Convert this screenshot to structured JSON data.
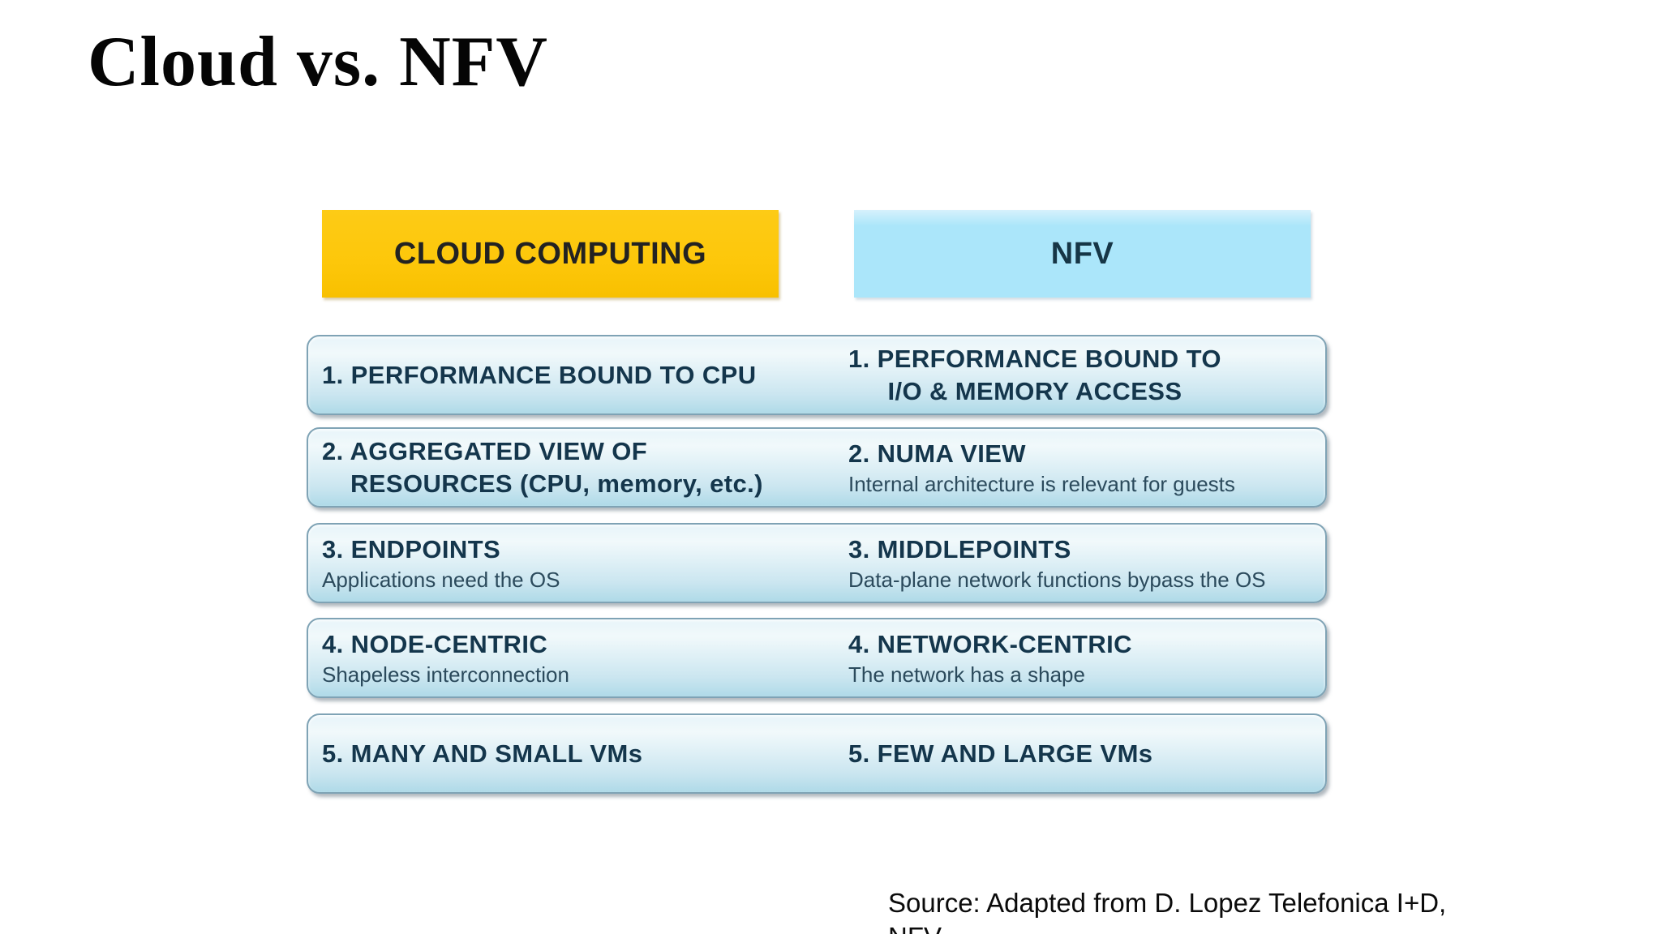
{
  "slide": {
    "title": "Cloud vs. NFV",
    "source_line1": "Source: Adapted from D. Lopez Telefonica I+D,",
    "source_line2": "NFV"
  },
  "headers": {
    "left": "CLOUD COMPUTING",
    "right": "NFV"
  },
  "rows": [
    {
      "left": {
        "h1": "1. PERFORMANCE BOUND TO CPU"
      },
      "right": {
        "h1": "1. PERFORMANCE BOUND TO",
        "h2": "I/O & MEMORY ACCESS"
      }
    },
    {
      "left": {
        "h1": "2. AGGREGATED VIEW OF",
        "h2": "RESOURCES (CPU, memory, etc.)"
      },
      "right": {
        "h1": "2. NUMA VIEW",
        "sub": "Internal architecture is relevant for guests"
      }
    },
    {
      "left": {
        "h1": "3. ENDPOINTS",
        "sub": "Applications need the OS"
      },
      "right": {
        "h1": "3. MIDDLEPOINTS",
        "sub": "Data-plane network functions bypass the OS"
      }
    },
    {
      "left": {
        "h1": "4. NODE-CENTRIC",
        "sub": "Shapeless interconnection"
      },
      "right": {
        "h1": "4. NETWORK-CENTRIC",
        "sub": "The network has a shape"
      }
    },
    {
      "left": {
        "h1": "5. MANY AND SMALL VMs"
      },
      "right": {
        "h1": "5. FEW AND LARGE VMs"
      }
    }
  ],
  "colors": {
    "cloud_header_bg": "#FDC70A",
    "nfv_header_bg": "#ABE6FA",
    "row_gradient_top": "#E7F4F9",
    "row_gradient_bottom": "#AFDAE8",
    "row_border": "#7FA3B5",
    "heading_text": "#14364C",
    "subtitle_text": "#2B4A5C",
    "title_text": "#050505"
  }
}
